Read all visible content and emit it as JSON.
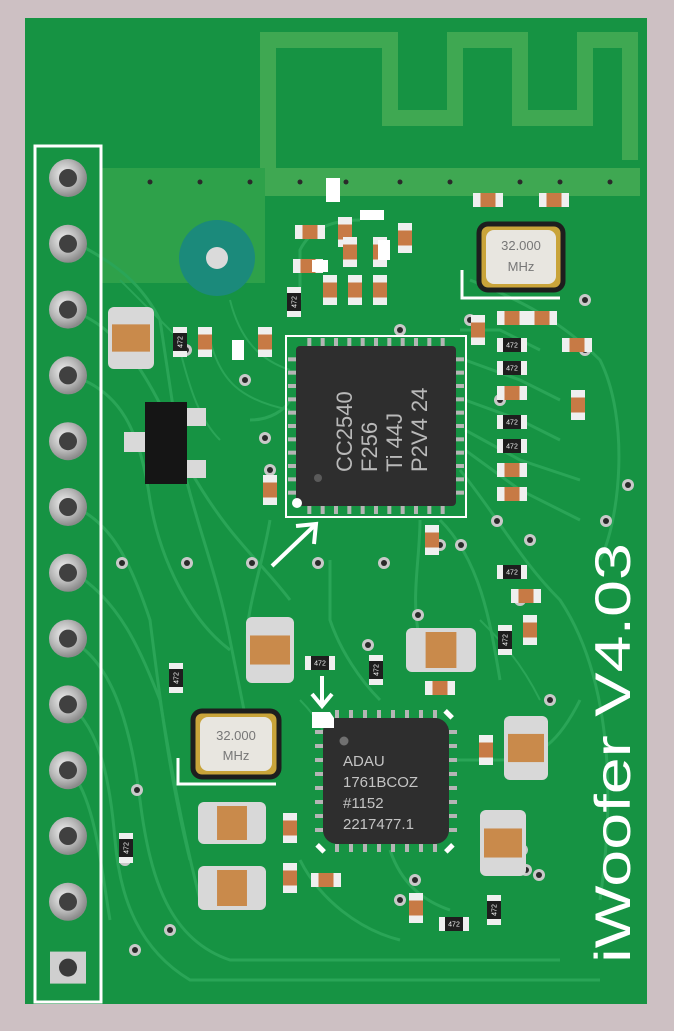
{
  "board": {
    "version_label": "iWoofer V4.03"
  },
  "chips": {
    "rf_soc": {
      "lines": [
        "CC2540",
        "F256",
        "Ti 44J",
        "P2V4 24"
      ]
    },
    "audio_dsp": {
      "lines": [
        "ADAU",
        "1761BCOZ",
        "#1152",
        "2217477.1"
      ]
    }
  },
  "crystals": {
    "top": {
      "freq": "32.000",
      "unit": "MHz"
    },
    "bottom": {
      "freq": "32.000",
      "unit": "MHz"
    }
  },
  "resistor_marking": "472",
  "header": {
    "pin_count": 13
  },
  "colors": {
    "pcb": "#169343",
    "trace": "#2aa557",
    "copper_pour": "#4aab55",
    "chip": "#2e2e2e",
    "silkscreen": "#ffffff",
    "pad": "#c8c8c8",
    "background": "#cdc0c3"
  }
}
